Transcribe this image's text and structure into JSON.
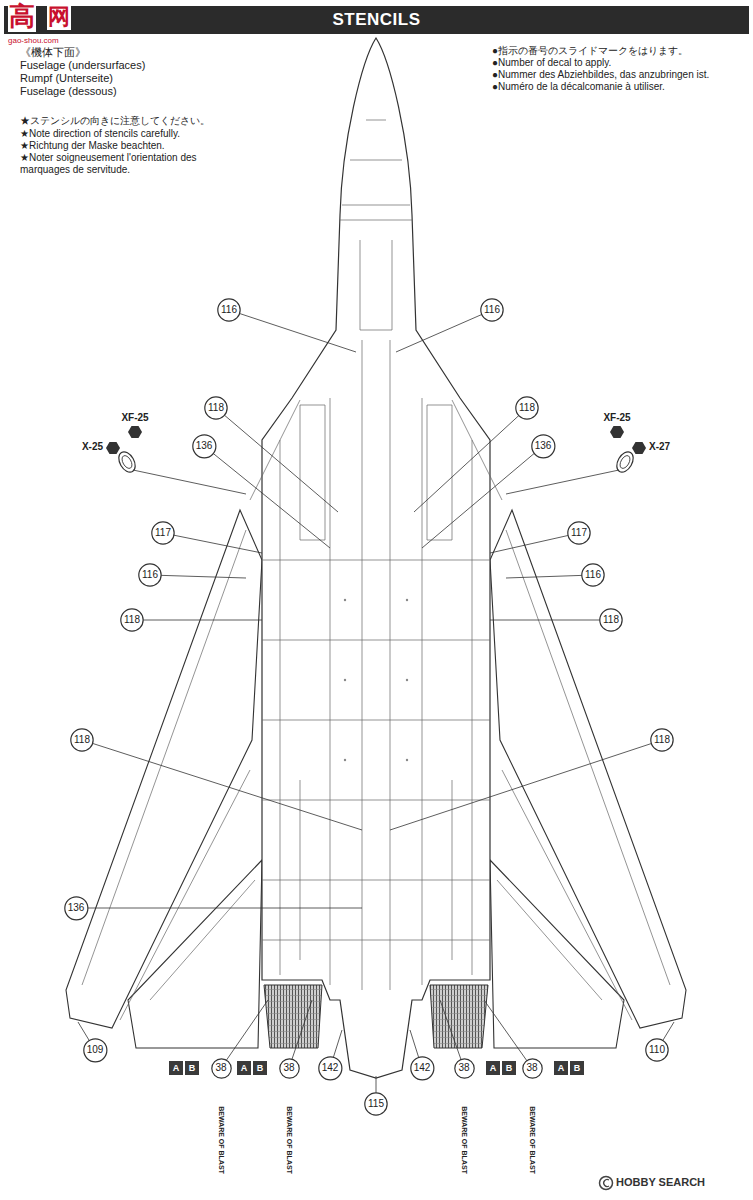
{
  "diagram": {
    "title": "STENCILS",
    "nodes": [
      {
        "text": [
          "116"
        ]
      },
      {
        "text": [
          "116"
        ]
      },
      {
        "text": [
          "118"
        ]
      },
      {
        "text": [
          "118"
        ]
      },
      {
        "text": [
          "136"
        ]
      },
      {
        "text": [
          "136"
        ]
      },
      {
        "text": [
          "117"
        ]
      },
      {
        "text": [
          "117"
        ]
      },
      {
        "text": [
          "116"
        ]
      },
      {
        "text": [
          "116"
        ]
      },
      {
        "text": [
          "118"
        ]
      },
      {
        "text": [
          "118"
        ]
      },
      {
        "text": [
          "118"
        ]
      },
      {
        "text": [
          "118"
        ]
      },
      {
        "text": [
          "136"
        ]
      },
      {
        "text": [
          "109"
        ]
      },
      {
        "text": [
          "110"
        ]
      },
      {
        "text": [
          "A"
        ]
      },
      {
        "text": [
          "B"
        ]
      },
      {
        "text": [
          "38"
        ]
      },
      {
        "text": [
          "A"
        ]
      },
      {
        "text": [
          "B"
        ]
      },
      {
        "text": [
          "38"
        ]
      },
      {
        "text": [
          "142"
        ]
      },
      {
        "text": [
          "142"
        ]
      },
      {
        "text": [
          "38"
        ]
      },
      {
        "text": [
          "A"
        ]
      },
      {
        "text": [
          "B"
        ]
      },
      {
        "text": [
          "38"
        ]
      },
      {
        "text": [
          "A"
        ]
      },
      {
        "text": [
          "B"
        ]
      },
      {
        "text": [
          "115"
        ]
      }
    ],
    "labels": [
      "高",
      "网",
      "gao-shou.com",
      "《機体下面》",
      "Fuselage (undersurfaces)",
      "Rumpf (Unterseite)",
      "Fuselage (dessous)",
      "★ステンシルの向きに注意してください。",
      "★Note direction of stencils carefully.",
      "★Richtung der Maske beachten.",
      "★Noter soigneusement l'orientation des marquages de servitude.",
      "●指示の番号のスライドマークをはります。",
      "●Number of decal to apply.",
      "●Nummer des Abziehbildes, das anzubringen ist.",
      "●Numéro de la décalcomanie à utiliser.",
      "XF-25",
      "X-25",
      "XF-25",
      "X-27",
      "BEWARE OF BLAST",
      "BEWARE OF BLAST",
      "BEWARE OF BLAST",
      "BEWARE OF BLAST",
      "HOBBY SEARCH"
    ]
  }
}
